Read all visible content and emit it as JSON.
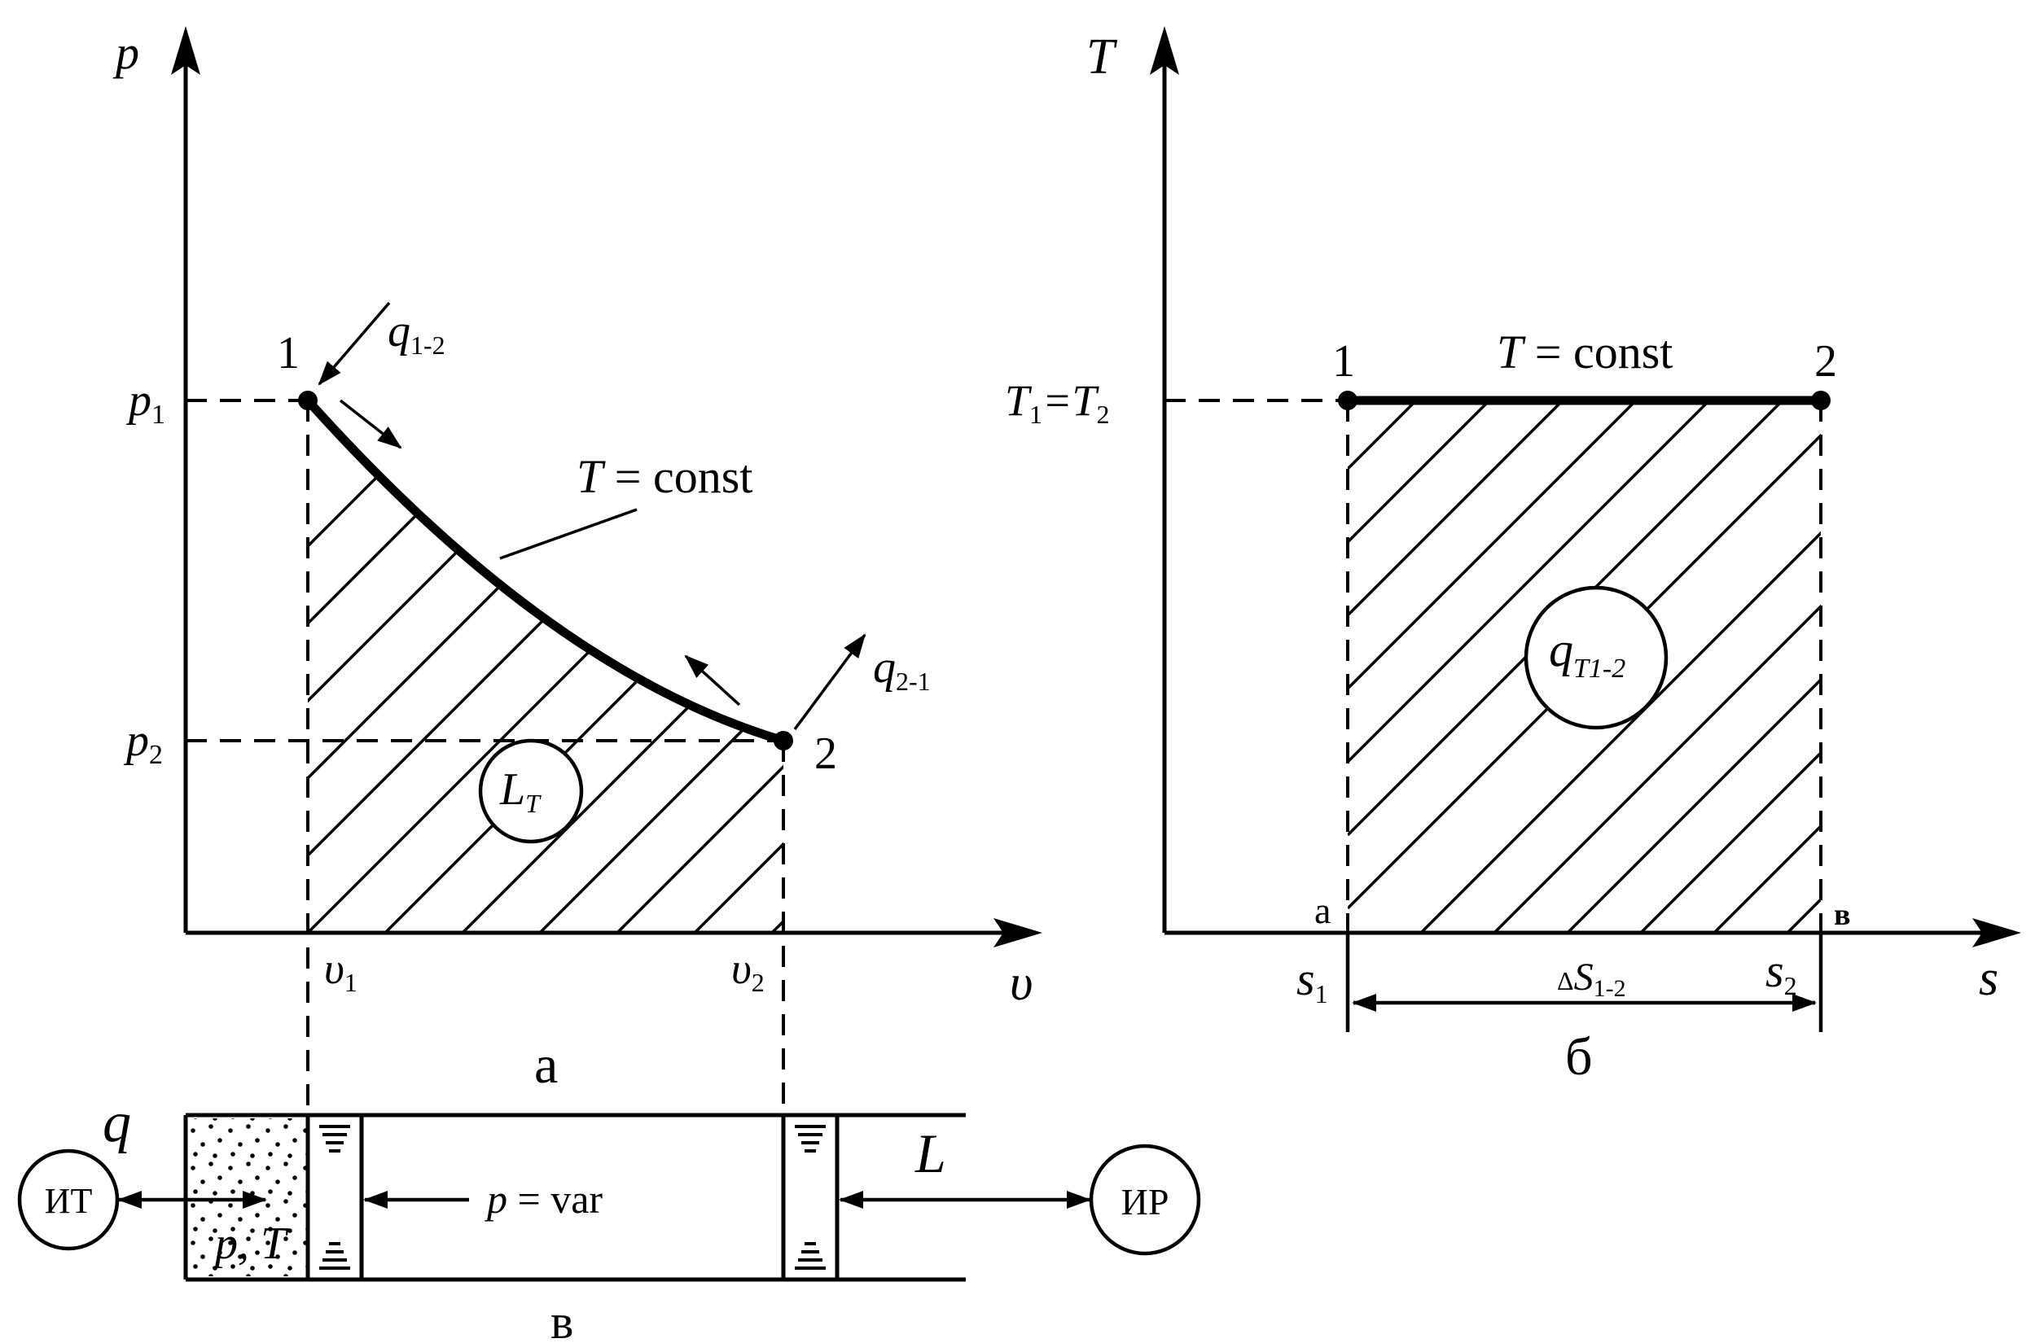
{
  "diagram_a": {
    "axis_y": "p",
    "axis_x": "υ",
    "p1": "p",
    "p1_sub": "1",
    "p2": "p",
    "p2_sub": "2",
    "v1": "υ",
    "v1_sub": "1",
    "v2": "υ",
    "v2_sub": "2",
    "point1": "1",
    "point2": "2",
    "q12": "q",
    "q12_sub": "1-2",
    "q21": "q",
    "q21_sub": "2-1",
    "curve_label_T": "T",
    "curve_label_rest": " = const",
    "area_label": "L",
    "area_sub": "T",
    "caption": "а"
  },
  "diagram_b": {
    "axis_y": "T",
    "axis_x": "s",
    "t_level": "T",
    "t_level_sub1": "1",
    "t_level_eq": "=T",
    "t_level_sub2": "2",
    "point1": "1",
    "point2": "2",
    "line_label_T": "T",
    "line_label_rest": " = const",
    "area_label": "q",
    "area_sub": "T1-2",
    "corner_a": "а",
    "corner_b": "в",
    "s1": "s",
    "s1_sub": "1",
    "s2": "s",
    "s2_sub": "2",
    "delta_symbol": "Δ",
    "delta": "S",
    "delta_sub": "1-2",
    "caption": "б"
  },
  "diagram_c": {
    "heat_label": "q",
    "heat_source": "ИТ",
    "gas_state": "p, T",
    "pressure_label_p": "p",
    "pressure_label_rest": " = var",
    "work_label": "L",
    "work_receiver": "ИР",
    "caption": "в"
  }
}
